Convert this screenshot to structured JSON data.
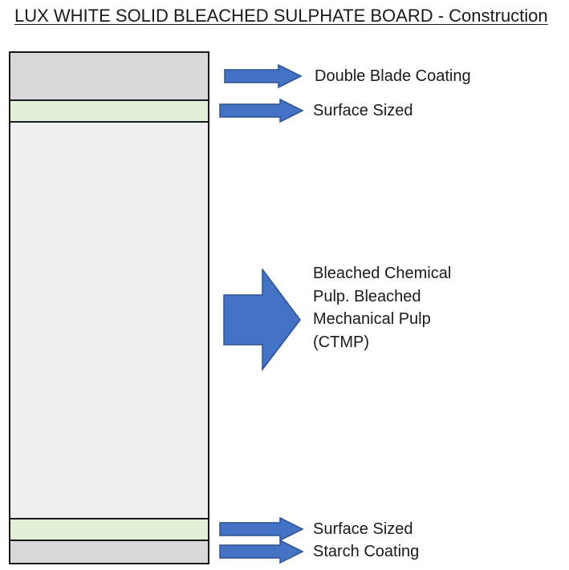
{
  "title": "LUX WHITE SOLID BLEACHED SULPHATE BOARD - Construction",
  "layers": [
    {
      "label": "Double Blade Coating",
      "color": "#d9d9d9"
    },
    {
      "label": "Surface Sized",
      "color": "#e2f0d9"
    },
    {
      "label": "Bleached Chemical Pulp. Bleached Mechanical Pulp (CTMP)",
      "color": "#efefef"
    },
    {
      "label": "Surface Sized",
      "color": "#e2f0d9"
    },
    {
      "label": "Starch Coating",
      "color": "#d9d9d9"
    }
  ],
  "colors": {
    "arrow_fill": "#4472c4",
    "arrow_stroke": "#2f528f",
    "outline": "#1a1a1a"
  }
}
